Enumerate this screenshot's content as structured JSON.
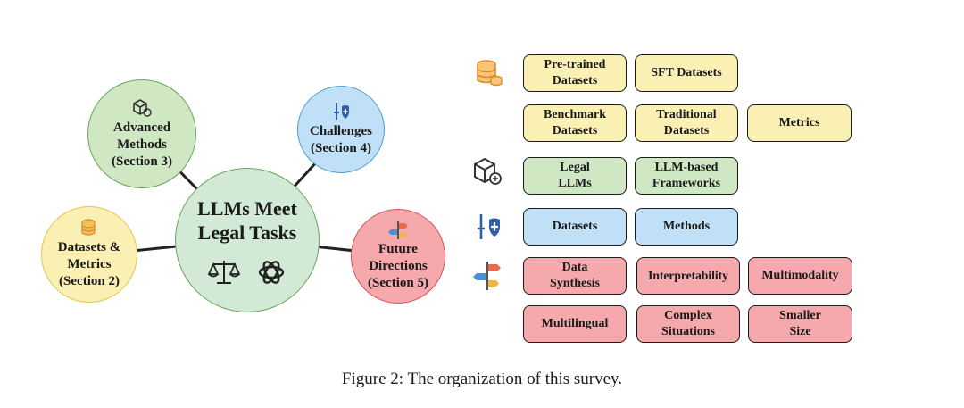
{
  "center": {
    "label": "LLMs Meet\nLegal Tasks",
    "icons": [
      "scales-icon",
      "openai-logo-icon"
    ]
  },
  "satellites": {
    "methods": {
      "label": "Advanced\nMethods\n(Section 3)",
      "icon": "cube-icon",
      "color": "#cfe7c3"
    },
    "challenges": {
      "label": "Challenges\n(Section 4)",
      "icon": "sword-shield-icon",
      "color": "#bfe0f6"
    },
    "datasets": {
      "label": "Datasets &\nMetrics\n(Section 2)",
      "icon": "database-icon",
      "color": "#fbf0b4"
    },
    "future": {
      "label": "Future\nDirections\n(Section 5)",
      "icon": "signpost-icon",
      "color": "#f6a9ad"
    }
  },
  "rows": {
    "datasets": {
      "icon": "database-icon",
      "items": [
        "Pre-trained\nDatasets",
        "SFT Datasets",
        "Benchmark\nDatasets",
        "Traditional\nDatasets",
        "Metrics"
      ]
    },
    "methods": {
      "icon": "cube-icon",
      "items": [
        "Legal\nLLMs",
        "LLM-based\nFrameworks"
      ]
    },
    "challenges": {
      "icon": "sword-shield-icon",
      "items": [
        "Datasets",
        "Methods"
      ]
    },
    "future": {
      "icon": "signpost-icon",
      "items": [
        "Data\nSynthesis",
        "Interpretability",
        "Multimodality",
        "Multilingual",
        "Complex\nSituations",
        "Smaller\nSize"
      ]
    }
  },
  "colors": {
    "green": "#cfe7c3",
    "blue": "#bfe0f6",
    "yellow": "#fbf0b4",
    "red": "#f6a9ad"
  },
  "caption": "Figure 2: The organization of this survey."
}
